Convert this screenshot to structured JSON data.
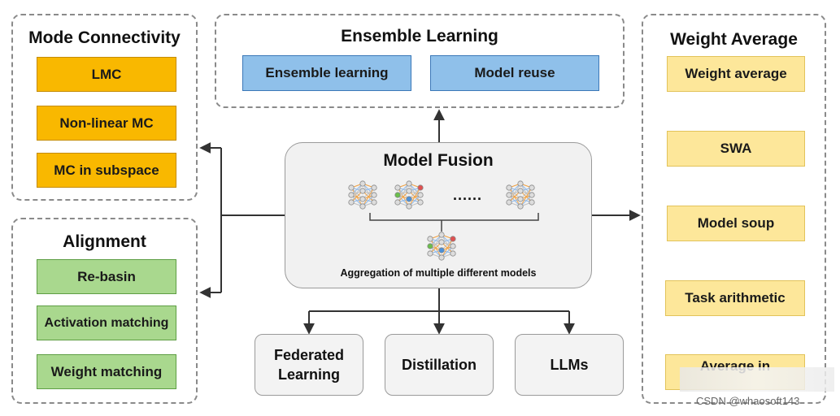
{
  "mode_connectivity": {
    "title": "Mode Connectivity",
    "items": [
      "LMC",
      "Non-linear MC",
      "MC in subspace"
    ]
  },
  "alignment": {
    "title": "Alignment",
    "items": [
      "Re-basin",
      "Activation matching",
      "Weight matching"
    ]
  },
  "ensemble_learning": {
    "title": "Ensemble Learning",
    "items": [
      "Ensemble learning",
      "Model reuse"
    ]
  },
  "weight_average": {
    "title": "Weight Average",
    "items": [
      "Weight average",
      "SWA",
      "Model soup",
      "Task arithmetic",
      "Average in"
    ]
  },
  "model_fusion": {
    "title": "Model Fusion",
    "ellipsis": "......",
    "caption": "Aggregation of multiple different models"
  },
  "applications": [
    "Federated Learning",
    "Distillation",
    "LLMs"
  ],
  "watermark": "CSDN @whaosoft143",
  "colors": {
    "orange": "#f9b800",
    "green": "#a9d88e",
    "blue": "#8fc0ea",
    "yellow": "#fde79a"
  }
}
